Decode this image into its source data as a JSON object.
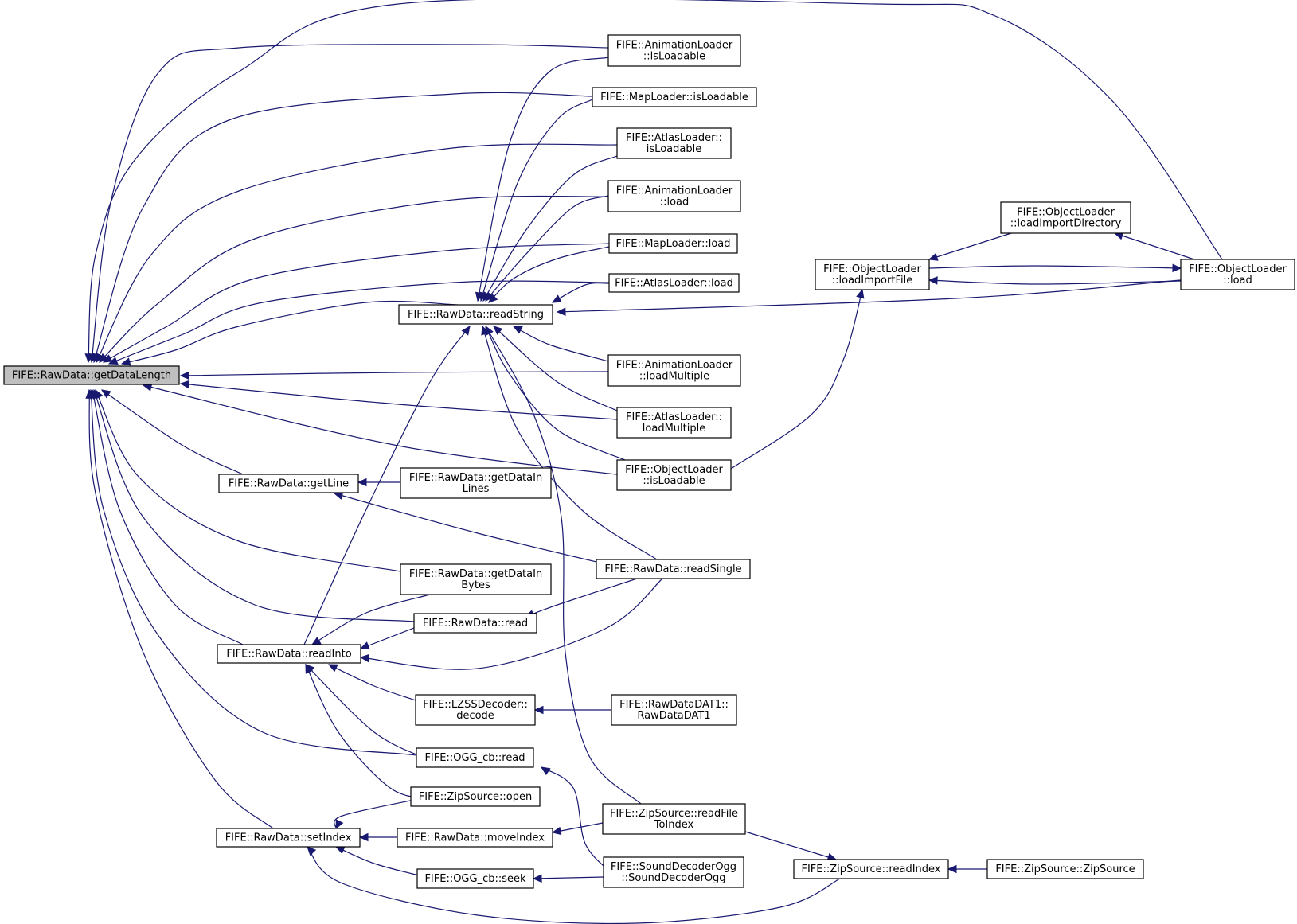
{
  "graph": {
    "nodes": [
      {
        "id": "getDataLength",
        "lines": [
          "FIFE::RawData::getDataLength"
        ],
        "root": true
      },
      {
        "id": "getLine",
        "lines": [
          "FIFE::RawData::getLine"
        ]
      },
      {
        "id": "readInto",
        "lines": [
          "FIFE::RawData::readInto"
        ]
      },
      {
        "id": "setIndex",
        "lines": [
          "FIFE::RawData::setIndex"
        ]
      },
      {
        "id": "readString",
        "lines": [
          "FIFE::RawData::readString"
        ]
      },
      {
        "id": "getDataInLines",
        "lines": [
          "FIFE::RawData::getDataIn",
          "Lines"
        ]
      },
      {
        "id": "getDataInBytes",
        "lines": [
          "FIFE::RawData::getDataIn",
          "Bytes"
        ]
      },
      {
        "id": "rdRead",
        "lines": [
          "FIFE::RawData::read"
        ]
      },
      {
        "id": "lzssDecode",
        "lines": [
          "FIFE::LZSSDecoder::",
          "decode"
        ]
      },
      {
        "id": "oggRead",
        "lines": [
          "FIFE::OGG_cb::read"
        ]
      },
      {
        "id": "zipOpen",
        "lines": [
          "FIFE::ZipSource::open"
        ]
      },
      {
        "id": "moveIndex",
        "lines": [
          "FIFE::RawData::moveIndex"
        ]
      },
      {
        "id": "oggSeek",
        "lines": [
          "FIFE::OGG_cb::seek"
        ]
      },
      {
        "id": "animIsLoadable",
        "lines": [
          "FIFE::AnimationLoader",
          "::isLoadable"
        ]
      },
      {
        "id": "mapIsLoadable",
        "lines": [
          "FIFE::MapLoader::isLoadable"
        ]
      },
      {
        "id": "atlasIsLoadable",
        "lines": [
          "FIFE::AtlasLoader::",
          "isLoadable"
        ]
      },
      {
        "id": "animLoad",
        "lines": [
          "FIFE::AnimationLoader",
          "::load"
        ]
      },
      {
        "id": "mapLoad",
        "lines": [
          "FIFE::MapLoader::load"
        ]
      },
      {
        "id": "atlasLoad",
        "lines": [
          "FIFE::AtlasLoader::load"
        ]
      },
      {
        "id": "animLoadMultiple",
        "lines": [
          "FIFE::AnimationLoader",
          "::loadMultiple"
        ]
      },
      {
        "id": "atlasLoadMultiple",
        "lines": [
          "FIFE::AtlasLoader::",
          "loadMultiple"
        ]
      },
      {
        "id": "objIsLoadable",
        "lines": [
          "FIFE::ObjectLoader",
          "::isLoadable"
        ]
      },
      {
        "id": "readSingle",
        "lines": [
          "FIFE::RawData::readSingle"
        ]
      },
      {
        "id": "rawDataDat1",
        "lines": [
          "FIFE::RawDataDAT1::",
          "RawDataDAT1"
        ]
      },
      {
        "id": "readFileToIndex",
        "lines": [
          "FIFE::ZipSource::readFile",
          "ToIndex"
        ]
      },
      {
        "id": "soundDecoderOgg",
        "lines": [
          "FIFE::SoundDecoderOgg",
          "::SoundDecoderOgg"
        ]
      },
      {
        "id": "objLoadImportFile",
        "lines": [
          "FIFE::ObjectLoader",
          "::loadImportFile"
        ]
      },
      {
        "id": "objLoadImportDirectory",
        "lines": [
          "FIFE::ObjectLoader",
          "::loadImportDirectory"
        ]
      },
      {
        "id": "objLoad",
        "lines": [
          "FIFE::ObjectLoader",
          "::load"
        ]
      },
      {
        "id": "zipReadIndex",
        "lines": [
          "FIFE::ZipSource::readIndex"
        ]
      },
      {
        "id": "zipSourceCtor",
        "lines": [
          "FIFE::ZipSource::ZipSource"
        ]
      }
    ],
    "edges": [
      [
        "animIsLoadable",
        "getDataLength"
      ],
      [
        "mapIsLoadable",
        "getDataLength"
      ],
      [
        "atlasIsLoadable",
        "getDataLength"
      ],
      [
        "animLoad",
        "getDataLength"
      ],
      [
        "mapLoad",
        "getDataLength"
      ],
      [
        "atlasLoad",
        "getDataLength"
      ],
      [
        "readString",
        "getDataLength"
      ],
      [
        "animLoadMultiple",
        "getDataLength"
      ],
      [
        "atlasLoadMultiple",
        "getDataLength"
      ],
      [
        "objIsLoadable",
        "getDataLength"
      ],
      [
        "getLine",
        "getDataLength"
      ],
      [
        "getDataInBytes",
        "getDataLength"
      ],
      [
        "rdRead",
        "getDataLength"
      ],
      [
        "readInto",
        "getDataLength"
      ],
      [
        "oggRead",
        "getDataLength"
      ],
      [
        "setIndex",
        "getDataLength"
      ],
      [
        "objLoad",
        "getDataLength"
      ],
      [
        "animIsLoadable",
        "readString"
      ],
      [
        "mapIsLoadable",
        "readString"
      ],
      [
        "atlasIsLoadable",
        "readString"
      ],
      [
        "animLoad",
        "readString"
      ],
      [
        "mapLoad",
        "readString"
      ],
      [
        "atlasLoad",
        "readString"
      ],
      [
        "animLoadMultiple",
        "readString"
      ],
      [
        "atlasLoadMultiple",
        "readString"
      ],
      [
        "objIsLoadable",
        "readString"
      ],
      [
        "readSingle",
        "readString"
      ],
      [
        "readFileToIndex",
        "readString"
      ],
      [
        "objLoad",
        "readString"
      ],
      [
        "readInto",
        "readString"
      ],
      [
        "getDataInLines",
        "getLine"
      ],
      [
        "readSingle",
        "getLine"
      ],
      [
        "getDataInBytes",
        "readInto"
      ],
      [
        "rdRead",
        "readInto"
      ],
      [
        "readSingle",
        "readInto"
      ],
      [
        "lzssDecode",
        "readInto"
      ],
      [
        "oggRead",
        "readInto"
      ],
      [
        "zipOpen",
        "readInto"
      ],
      [
        "readSingle",
        "rdRead"
      ],
      [
        "rawDataDat1",
        "lzssDecode"
      ],
      [
        "soundDecoderOgg",
        "oggRead"
      ],
      [
        "zipOpen",
        "setIndex"
      ],
      [
        "moveIndex",
        "setIndex"
      ],
      [
        "oggSeek",
        "setIndex"
      ],
      [
        "zipReadIndex",
        "setIndex"
      ],
      [
        "readFileToIndex",
        "moveIndex"
      ],
      [
        "soundDecoderOgg",
        "oggSeek"
      ],
      [
        "readFileToIndex",
        "zipReadIndex"
      ],
      [
        "zipSourceCtor",
        "zipReadIndex"
      ],
      [
        "objIsLoadable",
        "objLoadImportFile"
      ],
      [
        "objLoadImportDirectory",
        "objLoadImportFile"
      ],
      [
        "objLoad",
        "objLoadImportFile"
      ],
      [
        "objLoadImportFile",
        "objLoad"
      ],
      [
        "objLoad",
        "objLoadImportDirectory"
      ]
    ]
  }
}
